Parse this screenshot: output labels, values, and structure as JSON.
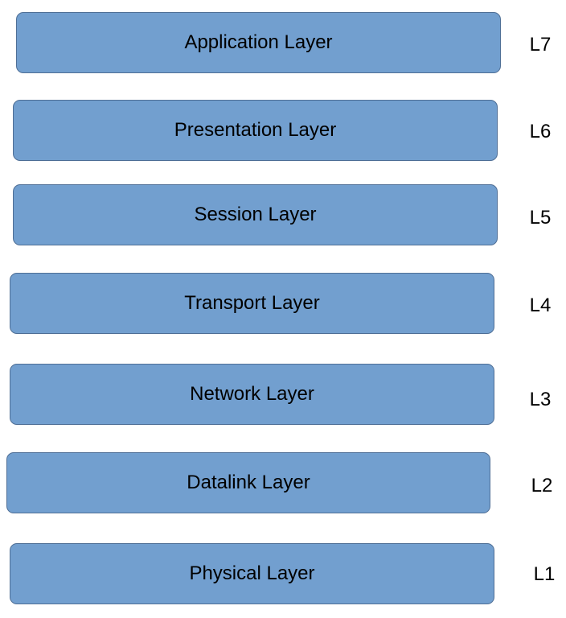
{
  "layers": [
    {
      "label": "Application Layer",
      "code": "L7"
    },
    {
      "label": "Presentation Layer",
      "code": "L6"
    },
    {
      "label": "Session Layer",
      "code": "L5"
    },
    {
      "label": "Transport Layer",
      "code": "L4"
    },
    {
      "label": "Network Layer",
      "code": "L3"
    },
    {
      "label": "Datalink Layer",
      "code": "L2"
    },
    {
      "label": "Physical Layer",
      "code": "L1"
    }
  ],
  "colors": {
    "box_fill": "#729fcf",
    "box_border": "#4f6f96",
    "text": "#000000",
    "background": "#ffffff"
  }
}
